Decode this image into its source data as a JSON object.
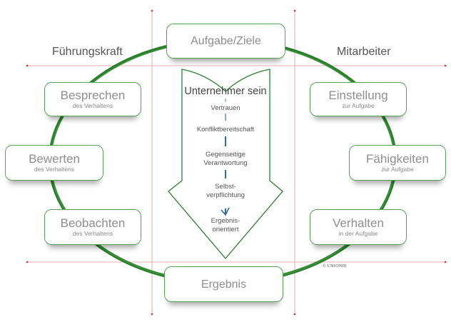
{
  "colors": {
    "circle": "#1e7a1e",
    "box_border": "#5aa25a",
    "guide_line": "#e07070",
    "connector": "#2e6a9a"
  },
  "labels": {
    "left": "Führungskraft",
    "right": "Mitarbeiter"
  },
  "boxes": {
    "top": {
      "main": "Aufgabe/Ziele"
    },
    "bottom": {
      "main": "Ergebnis"
    },
    "left": [
      {
        "main": "Besprechen",
        "sub": "des Verhaltens"
      },
      {
        "main": "Bewerten",
        "sub": "des Verhaltens"
      },
      {
        "main": "Beobachten",
        "sub": "des Verhaltens"
      }
    ],
    "right": [
      {
        "main": "Einstellung",
        "sub": "zur Aufgabe"
      },
      {
        "main": "Fähigkeiten",
        "sub": "zur Aufgabe"
      },
      {
        "main": "Verhalten",
        "sub": "in der Aufgabe"
      }
    ]
  },
  "arrow": {
    "title": "Unternehmer sein",
    "steps": [
      "Vertrauen",
      "Konfliktbereitschaft",
      "Gegenseitige Verantwortung",
      "Selbst-\nverpflichtung",
      "Ergebnis-\norientiert"
    ]
  },
  "copyright": "© UNIONIS"
}
